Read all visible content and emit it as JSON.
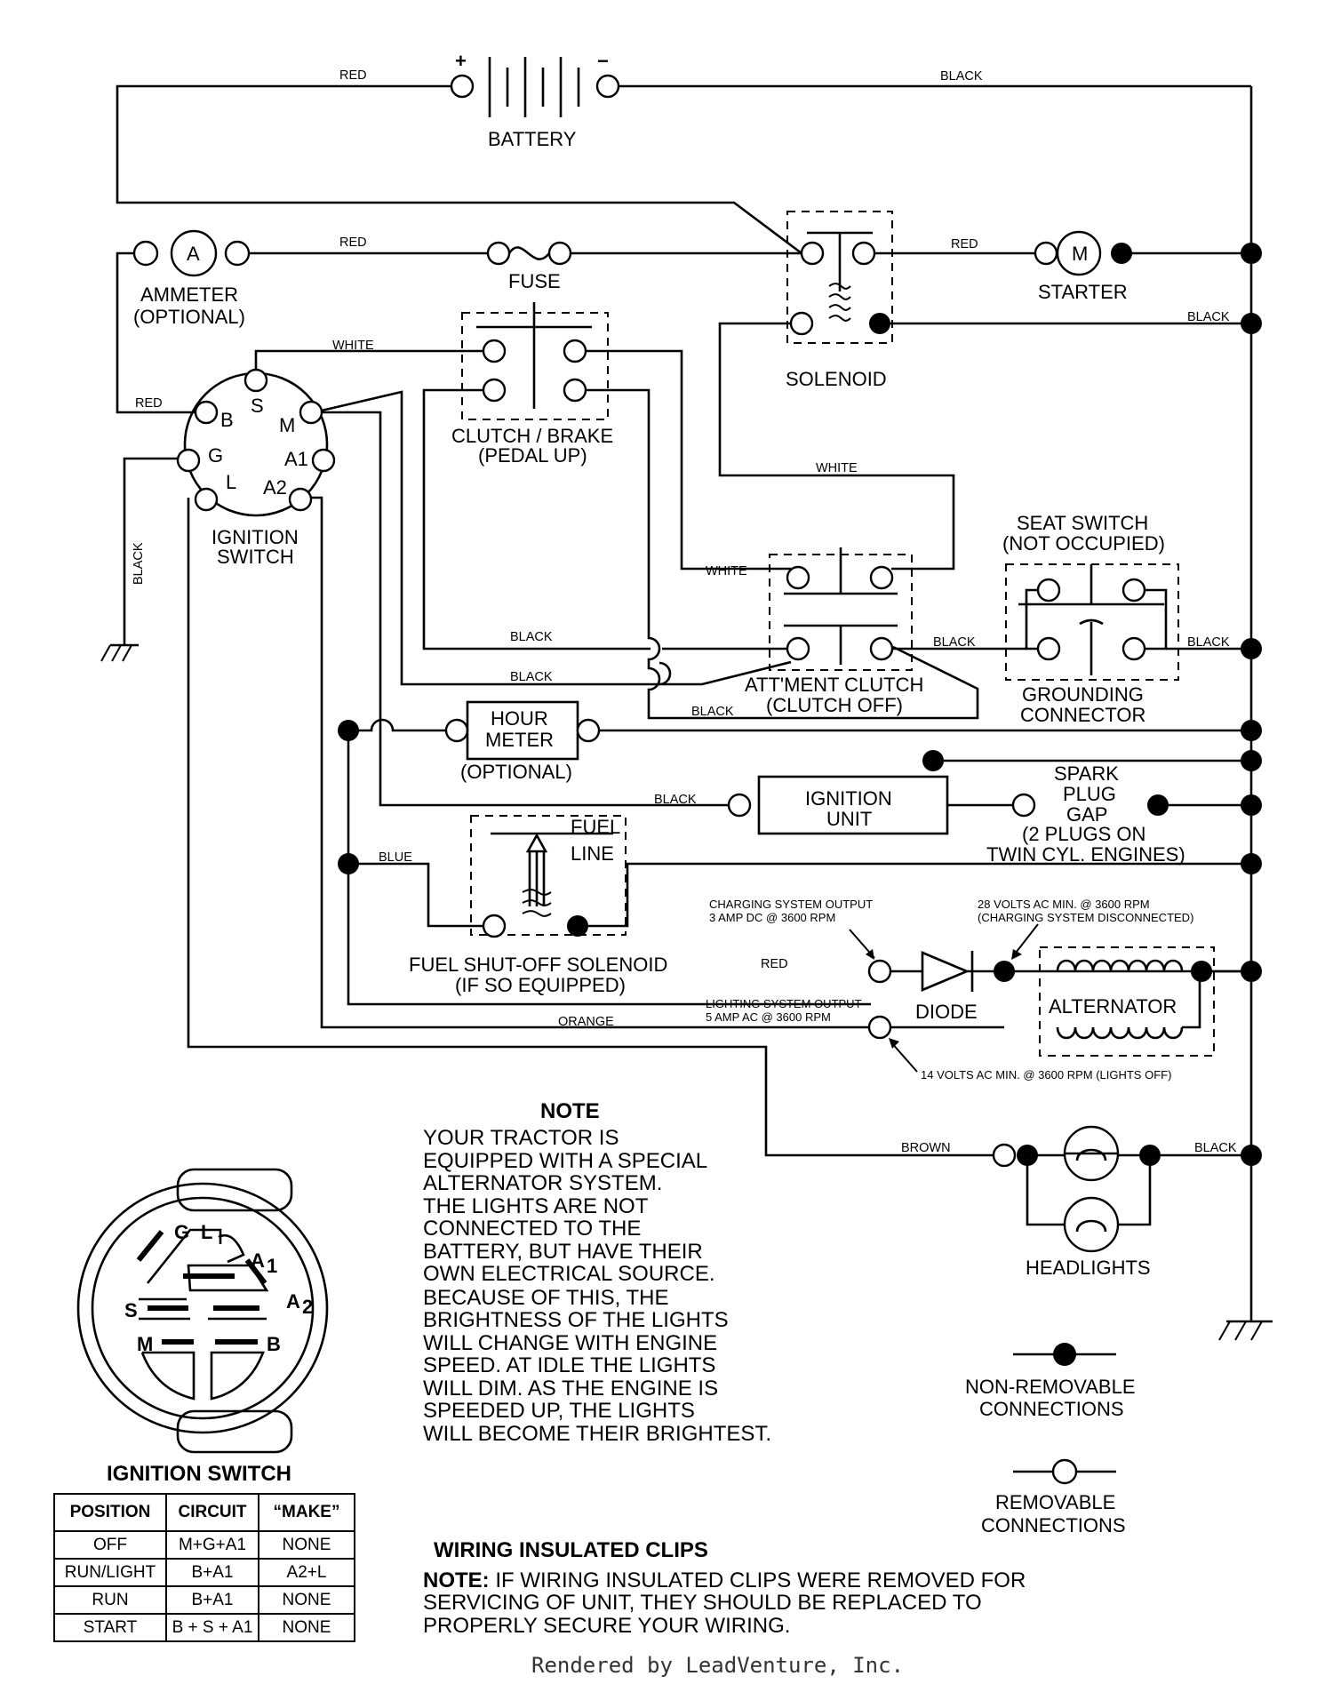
{
  "wires": {
    "red": "RED",
    "black": "BLACK",
    "white": "WHITE",
    "blue": "BLUE",
    "orange": "ORANGE",
    "brown": "BROWN"
  },
  "components": {
    "battery": "BATTERY",
    "ammeter_symbol": "A",
    "ammeter": "AMMETER",
    "ammeter_opt": "(OPTIONAL)",
    "fuse": "FUSE",
    "starter_symbol": "M",
    "starter": "STARTER",
    "solenoid": "SOLENOID",
    "clutch_brake": "CLUTCH / BRAKE",
    "clutch_brake_sub": "(PEDAL UP)",
    "ignition_switch": "IGNITION",
    "ignition_switch_sub": "SWITCH",
    "seat_switch": "SEAT SWITCH",
    "seat_switch_sub": "(NOT OCCUPIED)",
    "att_clutch": "ATT'MENT CLUTCH",
    "att_clutch_sub": "(CLUTCH OFF)",
    "grounding": "GROUNDING",
    "grounding_sub": "CONNECTOR",
    "hour_meter_1": "HOUR",
    "hour_meter_2": "METER",
    "hour_meter_opt": "(OPTIONAL)",
    "ignition_unit_1": "IGNITION",
    "ignition_unit_2": "UNIT",
    "spark_1": "SPARK",
    "spark_2": "PLUG",
    "spark_3": "GAP",
    "spark_4": "(2 PLUGS ON",
    "spark_5": "TWIN CYL. ENGINES)",
    "fuel_1": "FUEL",
    "fuel_2": "LINE",
    "fuel_solenoid": "FUEL SHUT-OFF SOLENOID",
    "fuel_solenoid_sub": "(IF SO EQUIPPED)",
    "diode": "DIODE",
    "alternator": "ALTERNATOR",
    "headlights": "HEADLIGHTS"
  },
  "pins": {
    "B": "B",
    "S": "S",
    "M": "M",
    "G": "G",
    "A1": "A1",
    "L": "L",
    "A2": "A2"
  },
  "specs": {
    "charging_1": "CHARGING SYSTEM OUTPUT",
    "charging_2": "3 AMP DC @ 3600 RPM",
    "volts28_1": "28 VOLTS AC MIN. @ 3600 RPM",
    "volts28_2": "(CHARGING SYSTEM DISCONNECTED)",
    "lighting_1": "LIGHTING SYSTEM OUTPUT",
    "lighting_2": "5 AMP AC @ 3600 RPM",
    "volts14": "14 VOLTS AC MIN. @ 3600 RPM (LIGHTS OFF)"
  },
  "note": {
    "title": "NOTE",
    "lines": [
      "YOUR TRACTOR IS",
      "EQUIPPED WITH A SPECIAL",
      "ALTERNATOR SYSTEM.",
      "THE LIGHTS ARE NOT",
      "CONNECTED TO THE",
      "BATTERY, BUT HAVE THEIR",
      "OWN ELECTRICAL SOURCE.",
      "BECAUSE OF THIS, THE",
      "BRIGHTNESS OF THE LIGHTS",
      "WILL CHANGE WITH ENGINE",
      "SPEED.  AT IDLE THE LIGHTS",
      "WILL DIM.  AS THE ENGINE IS",
      "SPEEDED UP, THE LIGHTS",
      "WILL BECOME THEIR BRIGHTEST."
    ]
  },
  "legend": {
    "non_removable_1": "NON-REMOVABLE",
    "non_removable_2": "CONNECTIONS",
    "removable_1": "REMOVABLE",
    "removable_2": "CONNECTIONS"
  },
  "switch_face": {
    "G": "G",
    "L": "L",
    "A": "A",
    "sub1": "1",
    "sub2": "2",
    "S": "S",
    "M": "M",
    "B": "B"
  },
  "ignition_table": {
    "title": "IGNITION SWITCH",
    "headers": [
      "POSITION",
      "CIRCUIT",
      "“MAKE”"
    ],
    "rows": [
      [
        "OFF",
        "M+G+A1",
        "NONE"
      ],
      [
        "RUN/LIGHT",
        "B+A1",
        "A2+L"
      ],
      [
        "RUN",
        "B+A1",
        "NONE"
      ],
      [
        "START",
        "B + S + A1",
        "NONE"
      ]
    ]
  },
  "clips": {
    "title": "WIRING INSULATED CLIPS",
    "note_label": "NOTE:",
    "line1": " IF WIRING INSULATED CLIPS WERE REMOVED FOR",
    "line2": "SERVICING OF UNIT, THEY SHOULD BE REPLACED TO",
    "line3": "PROPERLY SECURE YOUR WIRING."
  },
  "footer": "Rendered by LeadVenture, Inc."
}
